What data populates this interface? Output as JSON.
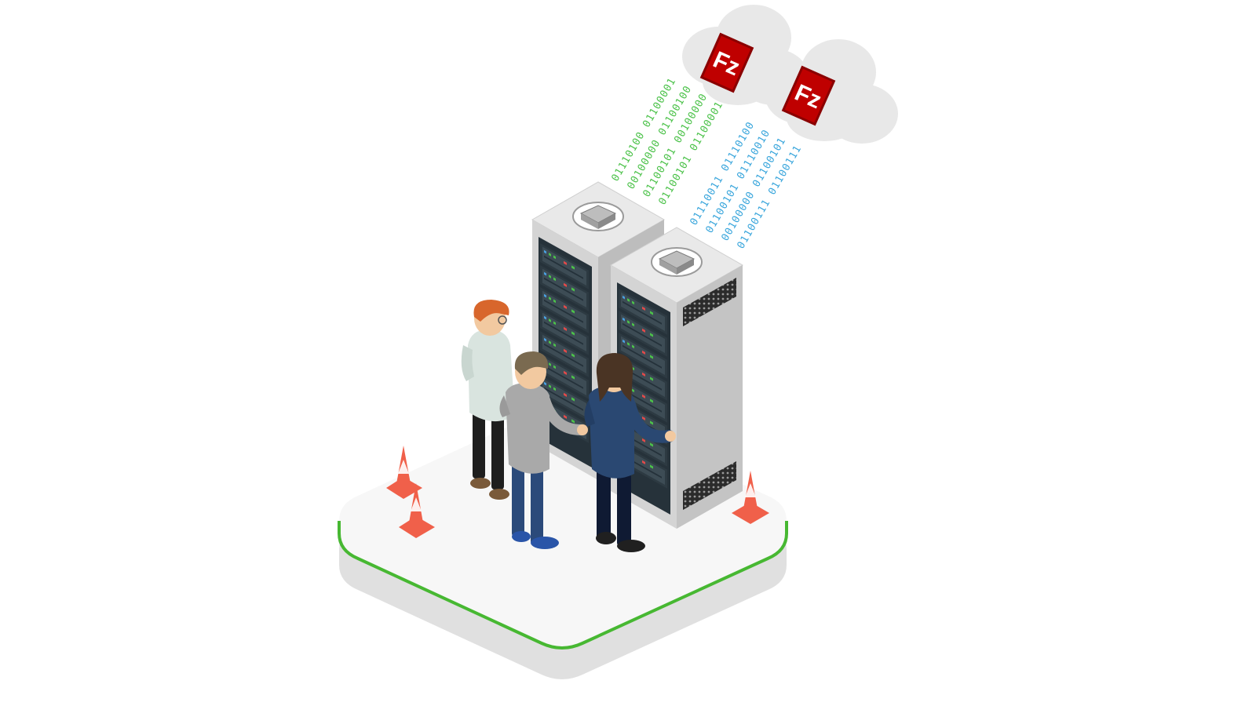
{
  "logo": {
    "text": "Fz",
    "color": "#bf0000"
  },
  "colors": {
    "accent_green": "#47b832",
    "data_green": "#4cc24a",
    "data_blue": "#3aa6dc",
    "cone": "#f0604a",
    "platform": "#f7f7f7",
    "rack_grey": "#cfcfcf"
  },
  "streams": {
    "green": [
      "01110100 01100001",
      "00100000 01100100",
      "01100101 00100000",
      "01100101 01100001"
    ],
    "blue": [
      "01110011 01110100",
      "01100101 01110010",
      "00100000 01100101",
      "01100111 01100111"
    ]
  },
  "icons": {
    "cloud": "cloud-icon",
    "server": "server-rack-icon",
    "cone": "traffic-cone-icon",
    "person": "person-icon"
  }
}
